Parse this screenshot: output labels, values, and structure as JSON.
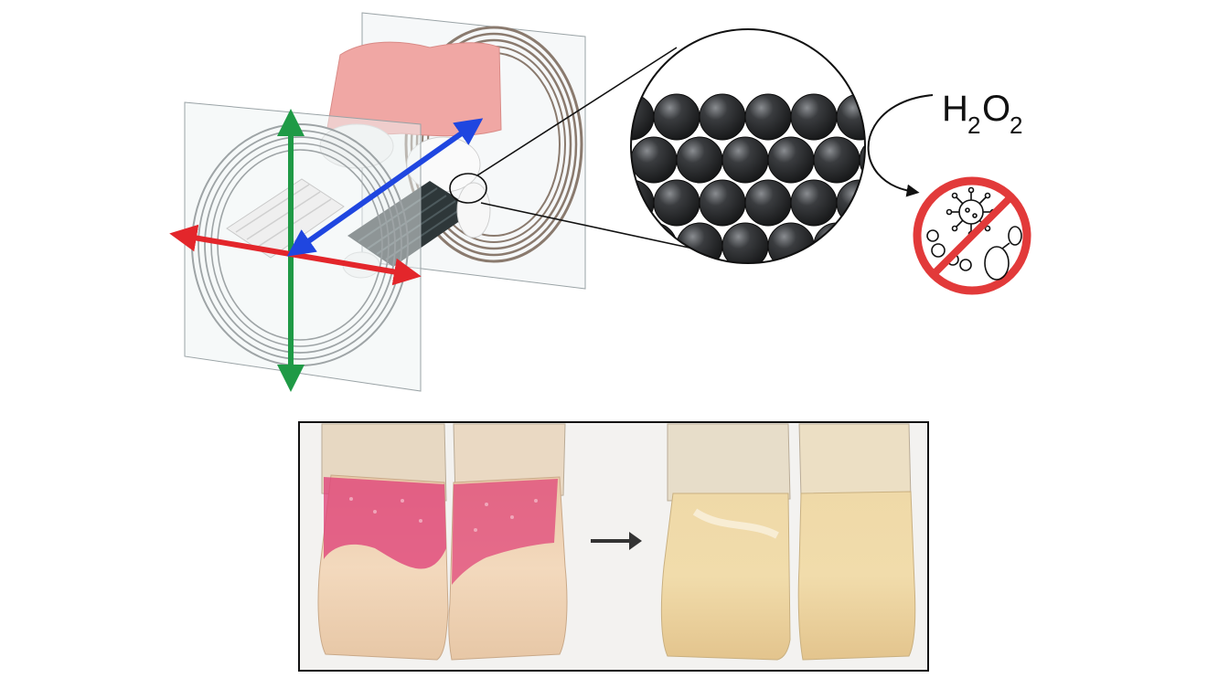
{
  "formula": {
    "h": "H",
    "h_sub": "2",
    "o": "O",
    "o_sub": "2"
  },
  "colors": {
    "axis_x": "#e3262b",
    "axis_y": "#1f9a46",
    "axis_z": "#1f46e0",
    "gum": "#f0a7a4",
    "stain": "#e0457a",
    "prohibition": "#e23a3a",
    "sphere": "#2f3134"
  },
  "icons": {
    "device": "magnetic-coil-device",
    "magnify": "magnified-microbead-bristles",
    "arrow": "curved-arrow-icon",
    "no_microbes": "no-microbes-icon",
    "process": "right-arrow-icon"
  }
}
